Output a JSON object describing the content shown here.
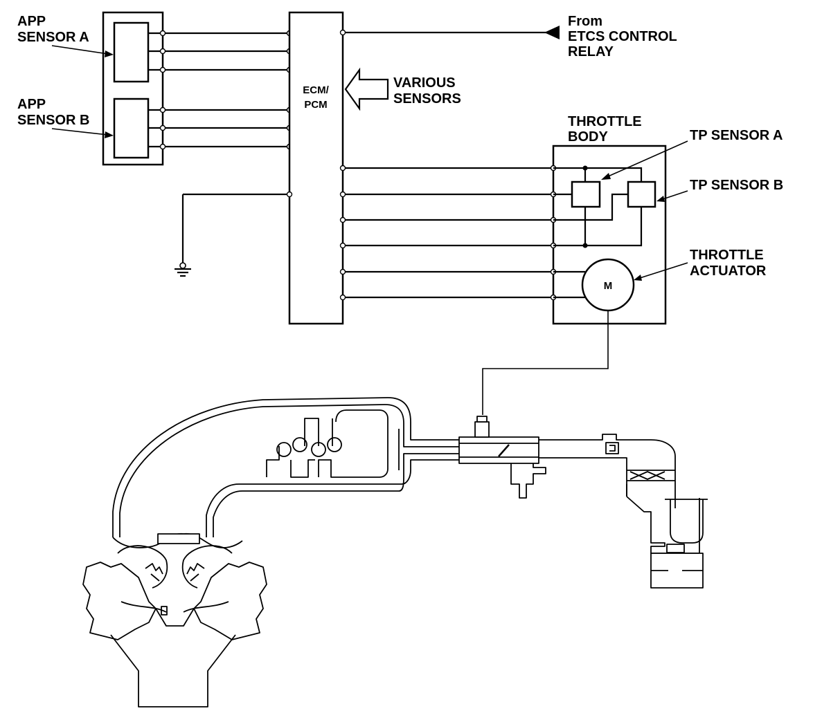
{
  "labels": {
    "app_a_1": "APP",
    "app_a_2": "SENSOR A",
    "app_b_1": "APP",
    "app_b_2": "SENSOR B",
    "ecm_1": "ECM/",
    "ecm_2": "PCM",
    "from_1": "From",
    "from_2": "ETCS CONTROL",
    "from_3": "RELAY",
    "various_1": "VARIOUS",
    "various_2": "SENSORS",
    "tb_1": "THROTTLE",
    "tb_2": "BODY",
    "tp_a": "TP SENSOR A",
    "tp_b": "TP SENSOR B",
    "act_1": "THROTTLE",
    "act_2": "ACTUATOR",
    "motor": "M"
  },
  "icons": {
    "ground": "ground-icon",
    "relay_arrow": "arrow-left-icon",
    "sensors_arrow": "hollow-arrow-left-icon"
  }
}
